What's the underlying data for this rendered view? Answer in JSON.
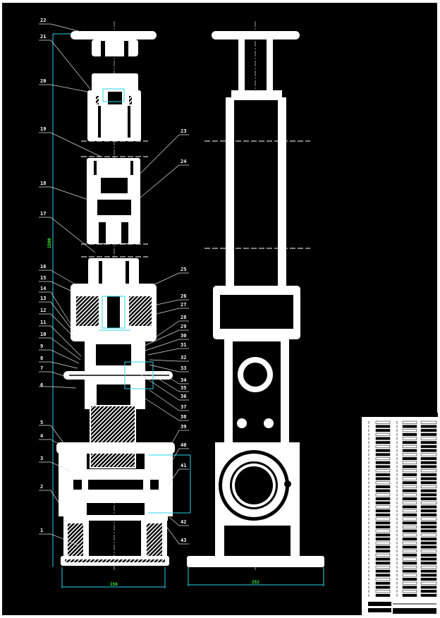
{
  "drawing": {
    "title": "Assembly drawing - lifting column",
    "labels_left": [
      "22",
      "21",
      "20",
      "19",
      "18",
      "17",
      "16",
      "15",
      "14",
      "13",
      "12",
      "11",
      "10",
      "9",
      "8",
      "7",
      "6",
      "5",
      "4",
      "3",
      "2",
      "1"
    ],
    "labels_right": [
      "23",
      "24",
      "25",
      "26",
      "27",
      "28",
      "29",
      "30",
      "31",
      "32",
      "33",
      "34",
      "35",
      "36",
      "37",
      "38",
      "39",
      "40",
      "41",
      "42",
      "43"
    ],
    "dimensions": {
      "height": "1500",
      "base_width_front": "156",
      "base_width_side": "252"
    },
    "colors": {
      "background": "#000000",
      "geometry": "#ffffff",
      "dimension_line": "#2ad4e6",
      "dimension_text": "#33ff33"
    }
  }
}
